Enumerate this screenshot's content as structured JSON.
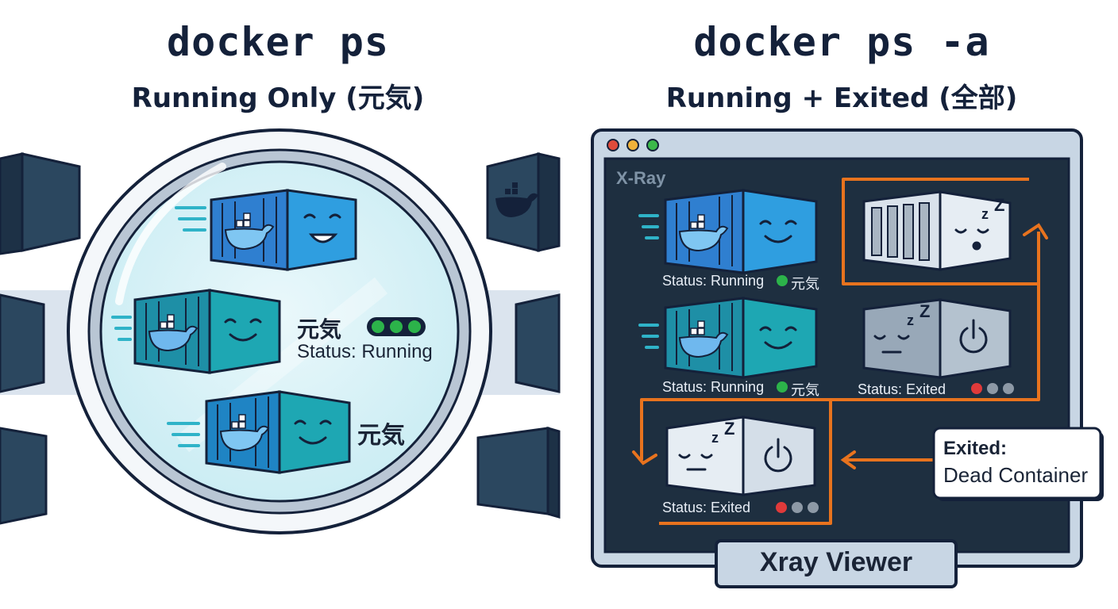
{
  "left": {
    "command": "docker ps",
    "subtitle": "Running Only (元気)",
    "label_genki_1": "元気",
    "label_status": "Status: Running",
    "label_genki_2": "元気"
  },
  "right": {
    "command": "docker ps -a",
    "subtitle": "Running + Exited (全部)",
    "panel_label": "X-Ray",
    "status_running": "Status: Running",
    "genki": "元気",
    "status_exited": "Status: Exited",
    "callout_title": "Exited:",
    "callout_body": "Dead Container",
    "viewer_label": "Xray Viewer"
  },
  "colors": {
    "dark_navy": "#14213a",
    "running_blue": "#2f8fd6",
    "running_teal": "#1ea7b3",
    "exited_grey": "#c9d3de",
    "arrow_orange": "#e8731e",
    "status_green": "#2cb34a",
    "status_red": "#e03a3a"
  }
}
